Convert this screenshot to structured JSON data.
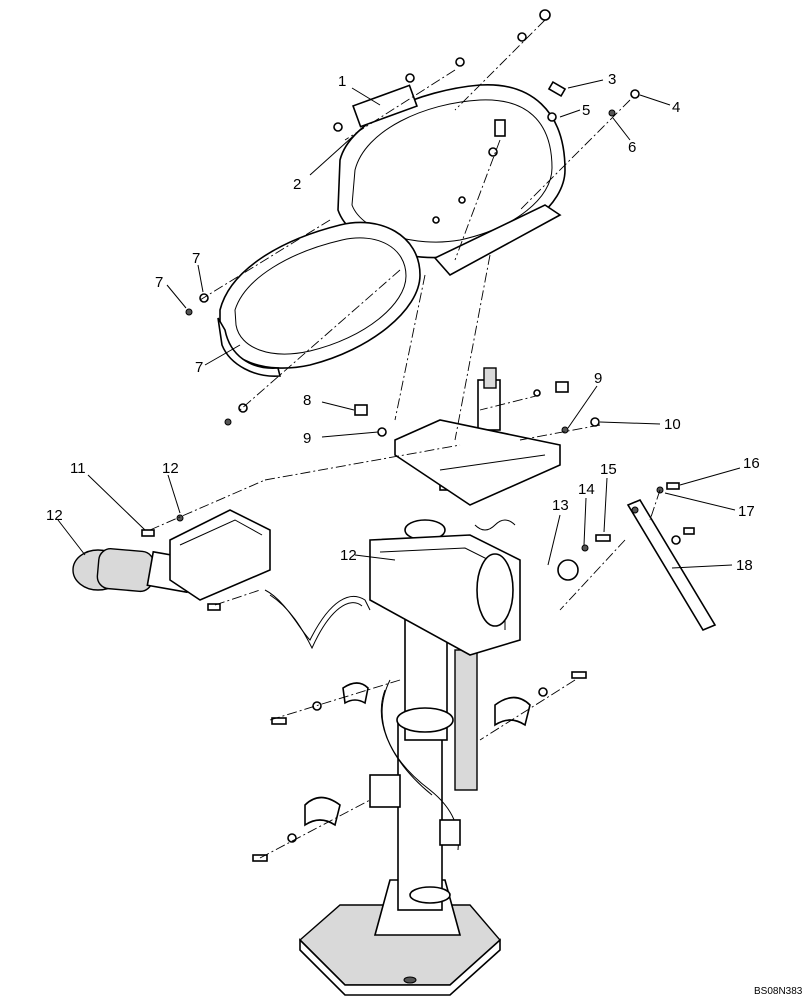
{
  "diagram": {
    "callouts": [
      "1",
      "2",
      "3",
      "4",
      "5",
      "6",
      "7",
      "7",
      "7",
      "8",
      "9",
      "9",
      "10",
      "11",
      "12",
      "12",
      "12",
      "13",
      "14",
      "15",
      "16",
      "17",
      "18"
    ],
    "drawing_code": "BS08N383"
  }
}
